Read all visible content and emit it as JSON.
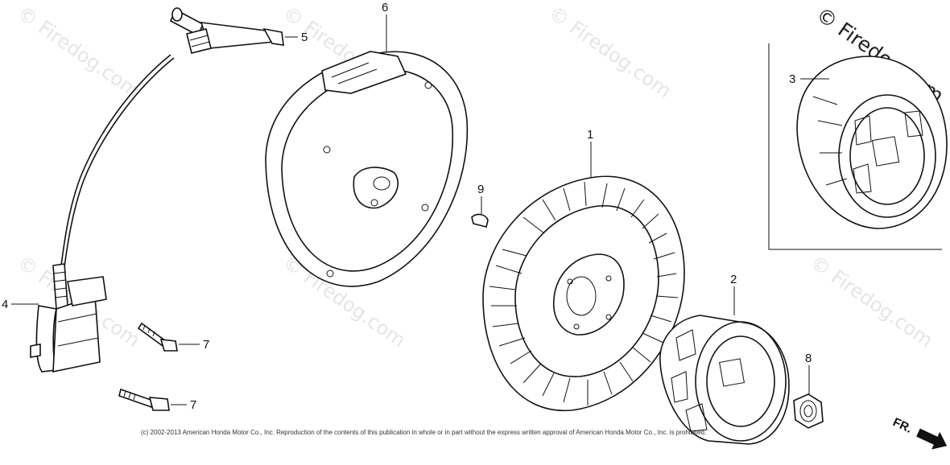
{
  "watermark": {
    "text": "© Firedog.com",
    "corner_text": "© Firedog.com"
  },
  "callouts": {
    "part_1": "1",
    "part_2": "2",
    "part_3": "3",
    "part_4": "4",
    "part_5": "5",
    "part_6": "6",
    "part_7a": "7",
    "part_7b": "7",
    "part_8": "8",
    "part_9": "9"
  },
  "direction_label": "FR.",
  "copyright": "(c) 2002-2013 American Honda Motor Co., Inc. Reproduction of the contents of this publication in whole or in part without the express written approval of American Honda Motor Co., Inc. is prohibited."
}
